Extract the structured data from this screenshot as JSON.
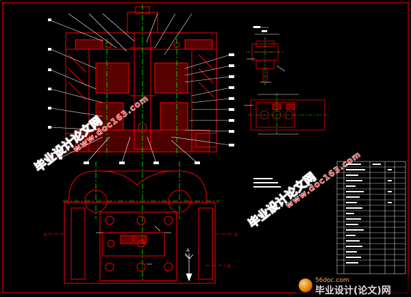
{
  "watermarks": {
    "site_name": "毕业设计论文网",
    "site_url": "www.doc163.com"
  },
  "footer": {
    "site": "56doc.com",
    "brand": "毕业设计(论文)网"
  },
  "drawing": {
    "background": "#000000",
    "line_color": "#ff0000",
    "center_line_color": "#00ff00",
    "leader_color": "#ffffff",
    "frame_color": "#ff0000",
    "section_markers": [
      "A",
      "A",
      "A",
      "A"
    ],
    "view_label": "A"
  }
}
